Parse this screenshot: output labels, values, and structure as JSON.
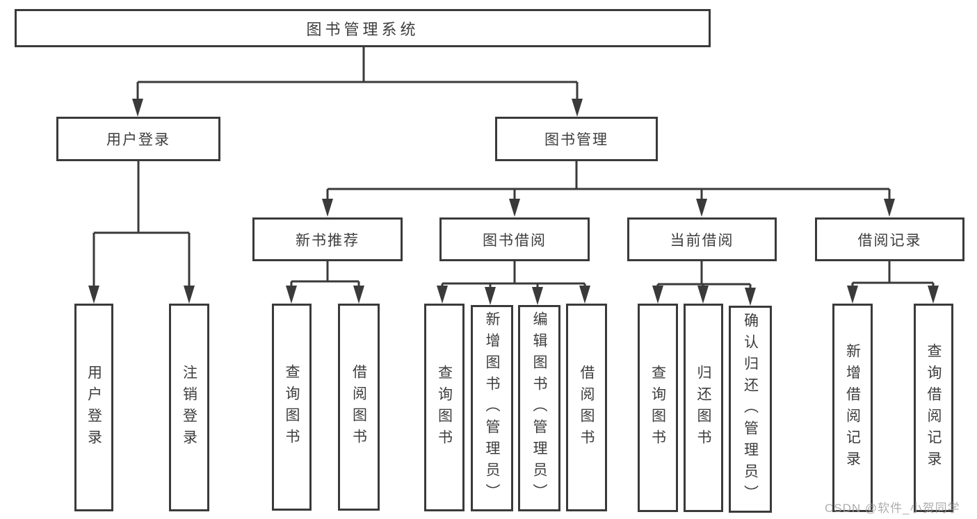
{
  "tree": {
    "root": "图书管理系统",
    "level2": [
      {
        "label": "用户登录",
        "children": [
          "用户登录",
          "注销登录"
        ]
      },
      {
        "label": "图书管理",
        "children": [
          {
            "label": "新书推荐",
            "children": [
              "查询图书",
              "借阅图书"
            ]
          },
          {
            "label": "图书借阅",
            "children": [
              "查询图书",
              "新增图书（管理员）",
              "编辑图书（管理员）",
              "借阅图书"
            ]
          },
          {
            "label": "当前借阅",
            "children": [
              "查询图书",
              "归还图书",
              "确认归还（管理员）"
            ]
          },
          {
            "label": "借阅记录",
            "children": [
              "新增借阅记录",
              "查询借阅记录"
            ]
          }
        ]
      }
    ]
  },
  "watermark": {
    "text": "CSDN @软件_小贺同学"
  },
  "colors": {
    "line": "#3a3a3a",
    "text": "#3d3d3d",
    "background": "#ffffff",
    "watermark": "#9f9f9f"
  }
}
